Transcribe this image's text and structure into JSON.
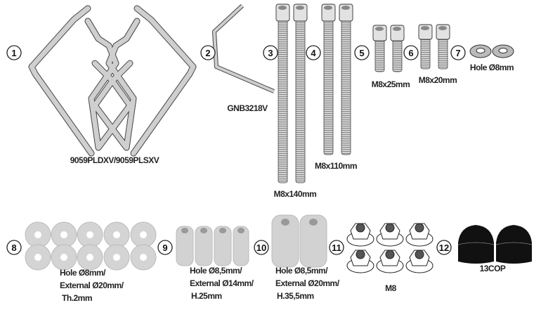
{
  "items": [
    {
      "number": "1",
      "label": "9059PLDXV/9059PLSXV"
    },
    {
      "number": "2",
      "label": "GNB3218V"
    },
    {
      "number": "3",
      "label": "M8x140mm"
    },
    {
      "number": "4",
      "label": "M8x110mm"
    },
    {
      "number": "5",
      "label": "M8x25mm"
    },
    {
      "number": "6",
      "label": "M8x20mm"
    },
    {
      "number": "7",
      "label": "Hole Ø8mm"
    },
    {
      "number": "8",
      "lines": [
        "Hole Ø8mm/",
        "External Ø20mm/",
        "Th.2mm"
      ]
    },
    {
      "number": "9",
      "lines": [
        "Hole Ø8,5mm/",
        "External Ø14mm/",
        "H.25mm"
      ]
    },
    {
      "number": "10",
      "lines": [
        "Hole Ø8,5mm/",
        "External Ø20mm/",
        "H.35,5mm"
      ]
    },
    {
      "number": "11",
      "label": "M8"
    },
    {
      "number": "12",
      "label": "13COP"
    }
  ]
}
